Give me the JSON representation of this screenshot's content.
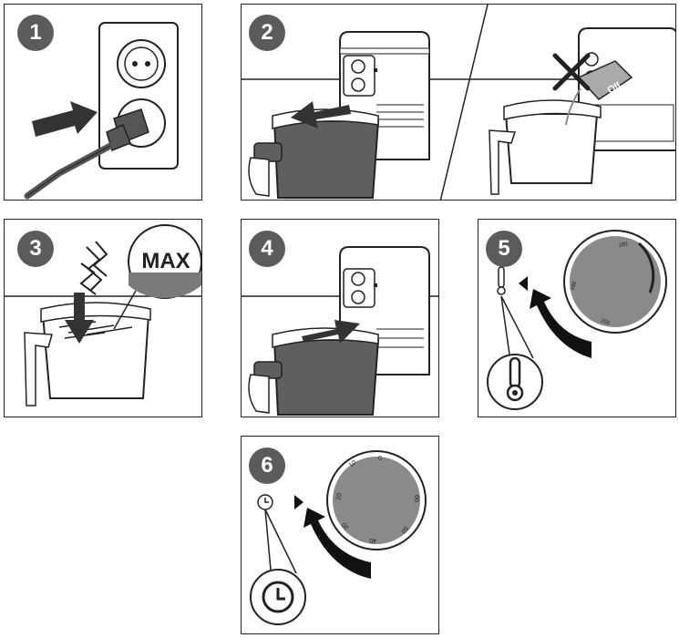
{
  "steps": [
    {
      "number": "1"
    },
    {
      "number": "2"
    },
    {
      "number": "3",
      "max_label": "MAX"
    },
    {
      "number": "4"
    },
    {
      "number": "5",
      "dial_marks": [
        "180",
        "160",
        "200"
      ]
    },
    {
      "number": "6",
      "dial_marks": [
        "0",
        "10",
        "20",
        "30",
        "40",
        "50",
        "60"
      ]
    }
  ],
  "colors": {
    "badge": "#5b5b5b",
    "basket": "#5f5f5f",
    "outline": "#222222",
    "dial": "#8a8a8a"
  },
  "icons": [
    "plug-icon",
    "socket-icon",
    "no-oil-icon",
    "thermometer-icon",
    "clock-icon",
    "arrow-icon"
  ]
}
